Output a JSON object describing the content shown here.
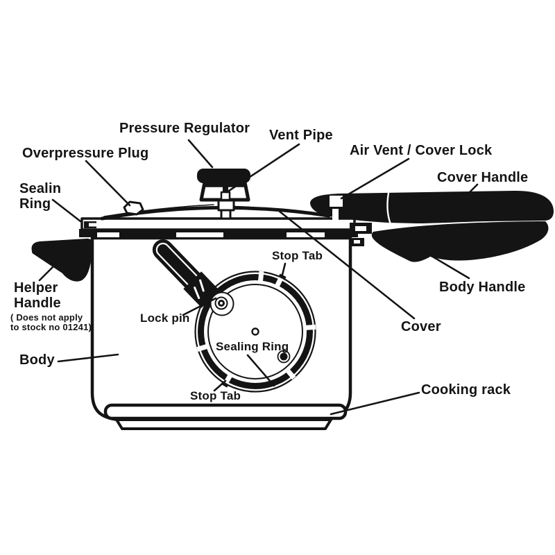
{
  "background": "#ffffff",
  "ink_color": "#141414",
  "labels": {
    "pressure_regulator": "Pressure Regulator",
    "vent_pipe": "Vent Pipe",
    "air_vent_cover_lock": "Air Vent / Cover Lock",
    "cover_handle": "Cover Handle",
    "overpressure_plug": "Overpressure Plug",
    "sealing_ring_side": {
      "line1": "Sealin",
      "line2": "Ring"
    },
    "helper_handle": {
      "line1": "Helper",
      "line2": "Handle"
    },
    "helper_handle_note": {
      "line1": "( Does not apply",
      "line2": "to stock no 01241)"
    },
    "lock_pin": "Lock pin",
    "stop_tab_top": "Stop Tab",
    "sealing_ring": "Sealing Ring",
    "stop_tab_bottom": "Stop Tab",
    "body": "Body",
    "cover": "Cover",
    "body_handle": "Body Handle",
    "cooking_rack": "Cooking rack"
  }
}
